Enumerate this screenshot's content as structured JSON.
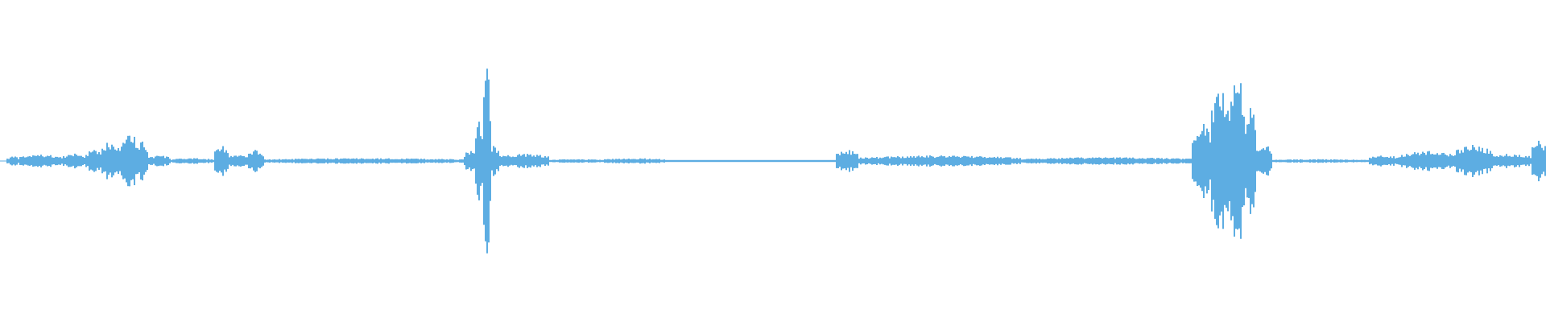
{
  "waveform": {
    "color": "#5dade2",
    "segments": [
      {
        "start": 0.004,
        "end": 0.012,
        "peak": 0.05
      },
      {
        "start": 0.012,
        "end": 0.04,
        "peak": 0.07
      },
      {
        "start": 0.04,
        "end": 0.055,
        "peak": 0.08
      },
      {
        "start": 0.055,
        "end": 0.065,
        "peak": 0.12
      },
      {
        "start": 0.065,
        "end": 0.078,
        "peak": 0.22
      },
      {
        "start": 0.078,
        "end": 0.088,
        "peak": 0.34
      },
      {
        "start": 0.088,
        "end": 0.095,
        "peak": 0.22
      },
      {
        "start": 0.095,
        "end": 0.11,
        "peak": 0.06
      },
      {
        "start": 0.11,
        "end": 0.138,
        "peak": 0.03
      },
      {
        "start": 0.138,
        "end": 0.147,
        "peak": 0.18
      },
      {
        "start": 0.147,
        "end": 0.16,
        "peak": 0.07
      },
      {
        "start": 0.16,
        "end": 0.17,
        "peak": 0.12
      },
      {
        "start": 0.17,
        "end": 0.3,
        "peak": 0.03
      },
      {
        "start": 0.3,
        "end": 0.307,
        "peak": 0.12
      },
      {
        "start": 0.307,
        "end": 0.312,
        "peak": 0.5
      },
      {
        "start": 0.312,
        "end": 0.317,
        "peak": 0.98
      },
      {
        "start": 0.317,
        "end": 0.322,
        "peak": 0.18
      },
      {
        "start": 0.322,
        "end": 0.355,
        "peak": 0.08
      },
      {
        "start": 0.355,
        "end": 0.39,
        "peak": 0.02
      },
      {
        "start": 0.39,
        "end": 0.43,
        "peak": 0.03
      },
      {
        "start": 0.43,
        "end": 0.54,
        "peak": 0.01
      },
      {
        "start": 0.54,
        "end": 0.555,
        "peak": 0.12
      },
      {
        "start": 0.555,
        "end": 0.66,
        "peak": 0.06
      },
      {
        "start": 0.66,
        "end": 0.77,
        "peak": 0.04
      },
      {
        "start": 0.77,
        "end": 0.783,
        "peak": 0.42
      },
      {
        "start": 0.783,
        "end": 0.795,
        "peak": 0.86
      },
      {
        "start": 0.795,
        "end": 0.805,
        "peak": 1.0
      },
      {
        "start": 0.805,
        "end": 0.812,
        "peak": 0.65
      },
      {
        "start": 0.812,
        "end": 0.822,
        "peak": 0.18
      },
      {
        "start": 0.822,
        "end": 0.885,
        "peak": 0.02
      },
      {
        "start": 0.885,
        "end": 0.905,
        "peak": 0.06
      },
      {
        "start": 0.905,
        "end": 0.94,
        "peak": 0.11
      },
      {
        "start": 0.94,
        "end": 0.965,
        "peak": 0.17
      },
      {
        "start": 0.965,
        "end": 0.99,
        "peak": 0.08
      },
      {
        "start": 0.99,
        "end": 1.0,
        "peak": 0.22
      }
    ]
  }
}
